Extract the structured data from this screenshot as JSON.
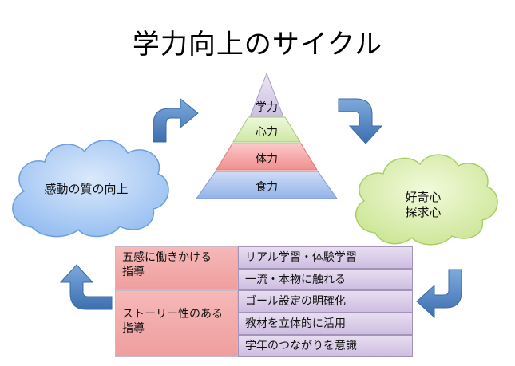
{
  "title": "学力向上のサイクル",
  "pyramid": {
    "levels": [
      {
        "label": "学力",
        "color": "#d9cfe8"
      },
      {
        "label": "心力",
        "color": "#d9efb9"
      },
      {
        "label": "体力",
        "color": "#f7a6a6"
      },
      {
        "label": "食力",
        "color": "#a9c3ef"
      }
    ]
  },
  "clouds": {
    "left": {
      "text": "感動の質の向上",
      "color": "#b2d0f2"
    },
    "right": {
      "line1": "好奇心",
      "line2": "探求心",
      "color": "#dff0b0"
    }
  },
  "arrow_color": "#4f81bd",
  "table": {
    "groups": [
      {
        "label_line1": "五感に働きかける",
        "label_line2": "指導",
        "items": [
          "リアル学習・体験学習",
          "一流・本物に触れる"
        ]
      },
      {
        "label_line1": "ストーリー性のある",
        "label_line2": "指導",
        "items": [
          "ゴール設定の明確化",
          "教材を立体的に活用",
          "学年のつながりを意識"
        ]
      }
    ]
  }
}
